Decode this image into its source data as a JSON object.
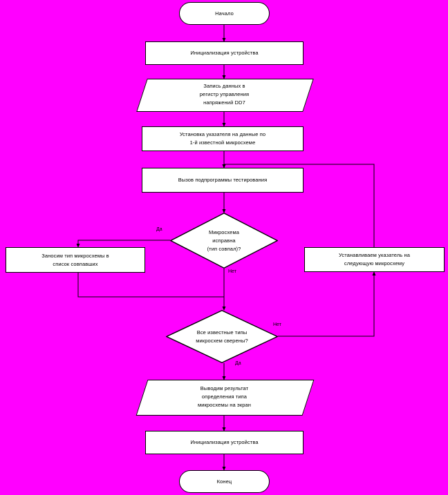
{
  "diagram": {
    "title": "",
    "background_color": "#FF00FF",
    "shape_fill": "#FFFFFF",
    "stroke_color": "#000000",
    "language": "ru"
  },
  "nodes": [
    {
      "id": "start",
      "type": "terminator",
      "name": "start-node",
      "lines": [
        "Начало"
      ]
    },
    {
      "id": "init1",
      "type": "process",
      "name": "process-init-device-top",
      "lines": [
        "Инициализация устройства"
      ]
    },
    {
      "id": "write_reg",
      "type": "io",
      "name": "io-write-voltage-register",
      "lines": [
        "Запись данных в",
        "регистр управления",
        "напряжений DD7"
      ]
    },
    {
      "id": "set_pointer_first",
      "type": "process",
      "name": "process-set-pointer-first-chip",
      "lines": [
        "Установка указателя на данные по",
        "1-й известной микросхеме"
      ]
    },
    {
      "id": "call_test",
      "type": "process",
      "name": "process-call-test-subroutine",
      "lines": [
        "Вызов подпрограммы тестирования"
      ]
    },
    {
      "id": "chip_ok",
      "type": "decision",
      "name": "decision-chip-ok",
      "lines": [
        "Микросхема",
        "исправна",
        "(тип совпал)?"
      ]
    },
    {
      "id": "add_to_list",
      "type": "process",
      "name": "process-add-type-to-matched-list",
      "lines": [
        "Заносим тип микросхемы в",
        "список совпавших"
      ]
    },
    {
      "id": "next_pointer",
      "type": "process",
      "name": "process-set-pointer-next-chip",
      "lines": [
        "Устанавливаем указатель на",
        "следующую микросхему"
      ]
    },
    {
      "id": "all_checked",
      "type": "decision",
      "name": "decision-all-types-checked",
      "lines": [
        "Все известные типы",
        "микросхем сверены?"
      ]
    },
    {
      "id": "print_result",
      "type": "io",
      "name": "io-print-result-to-screen",
      "lines": [
        "Выводим результат",
        "определения типа",
        "микросхемы на экран"
      ]
    },
    {
      "id": "init2",
      "type": "process",
      "name": "process-init-device-bottom",
      "lines": [
        "Инициализация устройства"
      ]
    },
    {
      "id": "end",
      "type": "terminator",
      "name": "end-node",
      "lines": [
        "Конец"
      ]
    }
  ],
  "edge_labels": [
    {
      "id": "yes1",
      "name": "edge-label-yes-chip-ok",
      "text": "Да"
    },
    {
      "id": "no1",
      "name": "edge-label-no-chip-ok",
      "text": "Нет"
    },
    {
      "id": "no2",
      "name": "edge-label-no-all-checked",
      "text": "Нет"
    },
    {
      "id": "yes2",
      "name": "edge-label-yes-all-checked",
      "text": "Да"
    }
  ]
}
